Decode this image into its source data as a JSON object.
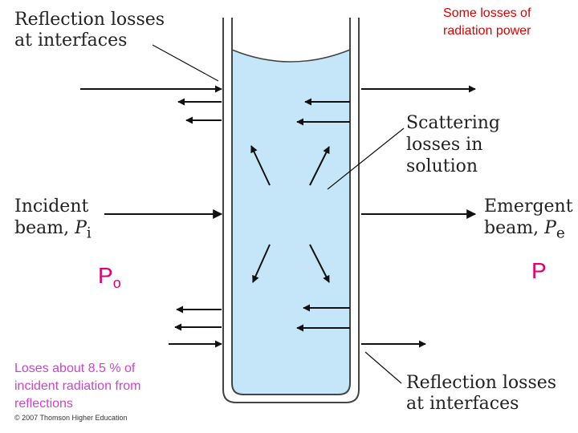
{
  "labels": {
    "reflection_top": "Reflection losses\nat interfaces",
    "some_losses": "Some losses of\nradiation power",
    "scattering": "Scattering\nlosses in\nsolution",
    "incident_prefix": "Incident\nbeam, ",
    "incident_symbol": "P",
    "incident_sub": "i",
    "emergent_prefix": "Emergent\nbeam, ",
    "emergent_symbol": "P",
    "emergent_sub": "e",
    "reflection_bottom": "Reflection losses\nat interfaces",
    "po_symbol": "P",
    "po_sub": "o",
    "p_symbol": "P",
    "loses_note": "Loses about 8.5 %  of\nincident radiation from\n reflections",
    "copyright": "© 2007 Thomson Higher Education"
  },
  "colors": {
    "solution_fill": "#c4e6f8",
    "highlight_red": "#e00000",
    "highlight_pink": "#e0006e",
    "note_magenta": "#cc44cc"
  }
}
